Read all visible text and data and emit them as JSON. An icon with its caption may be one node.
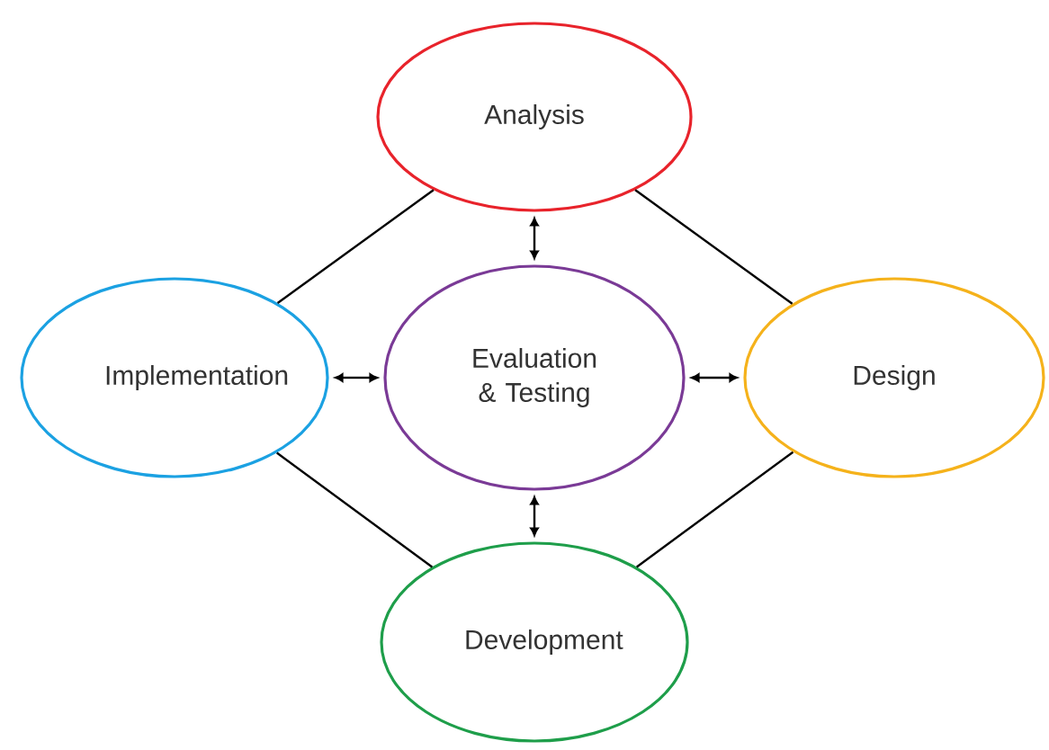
{
  "diagram": {
    "nodes": [
      {
        "text": [
          "Analysis"
        ]
      },
      {
        "text": [
          "Implementation"
        ]
      },
      {
        "text": [
          "Evaluation & Testing"
        ]
      },
      {
        "text": [
          "Design"
        ]
      },
      {
        "text": [
          "Development"
        ]
      }
    ],
    "edges": [
      {
        "from": 0,
        "to": 1,
        "arrow": "none"
      },
      {
        "from": 0,
        "to": 3,
        "arrow": "none"
      },
      {
        "from": 1,
        "to": 4,
        "arrow": "none"
      },
      {
        "from": 3,
        "to": 4,
        "arrow": "none"
      },
      {
        "from": 2,
        "to": 0,
        "arrow": "both"
      },
      {
        "from": 2,
        "to": 1,
        "arrow": "both"
      },
      {
        "from": 2,
        "to": 3,
        "arrow": "both"
      },
      {
        "from": 2,
        "to": 4,
        "arrow": "both"
      }
    ]
  }
}
